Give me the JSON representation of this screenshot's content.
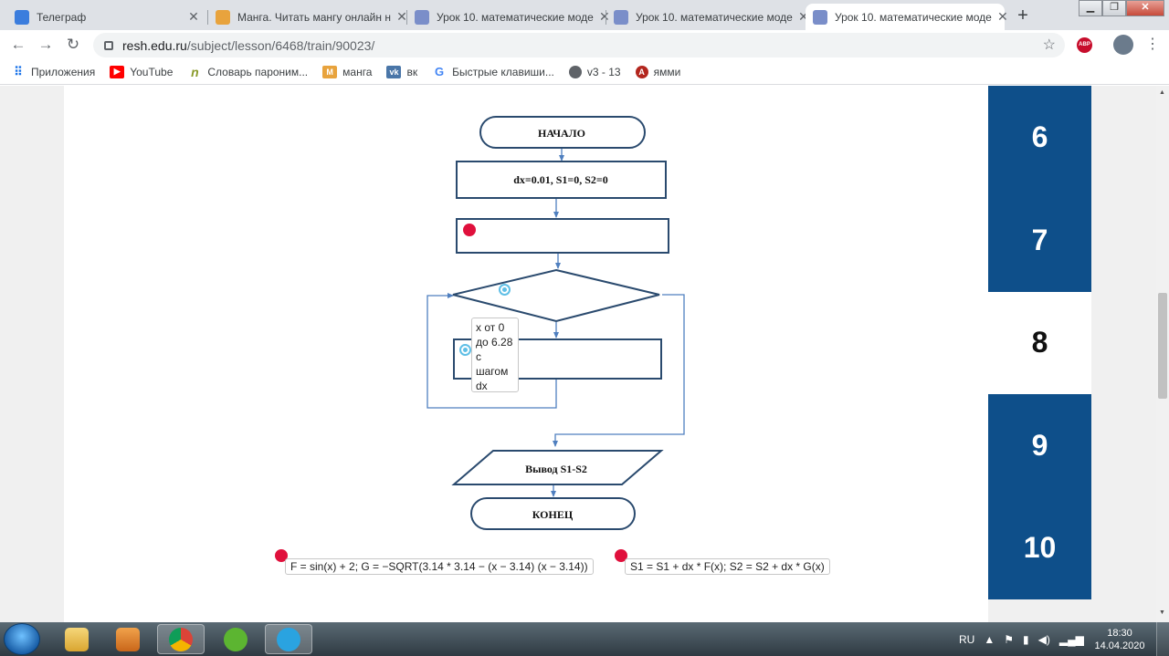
{
  "tabs": [
    {
      "title": "Телеграф",
      "active": false,
      "favicon_color": "#3b7ddd"
    },
    {
      "title": "Манга. Читать мангу онлайн н",
      "active": false,
      "favicon_color": "#e8a33d"
    },
    {
      "title": "Урок 10. математические моде",
      "active": false,
      "favicon_color": "#7a8ec9"
    },
    {
      "title": "Урок 10. математические моде",
      "active": false,
      "favicon_color": "#7a8ec9"
    },
    {
      "title": "Урок 10. математические моде",
      "active": true,
      "favicon_color": "#7a8ec9"
    }
  ],
  "address": {
    "host": "resh.edu.ru",
    "path": "/subject/lesson/6468/train/90023/"
  },
  "extensions": {
    "abp_label": "ABP"
  },
  "bookmarks": [
    {
      "label": "Приложения",
      "icon": "apps-grid-icon"
    },
    {
      "label": "YouTube",
      "icon": "youtube-icon"
    },
    {
      "label": "Словарь пароним...",
      "icon": "dictionary-icon"
    },
    {
      "label": "манга",
      "icon": "manga-icon"
    },
    {
      "label": "вк",
      "icon": "vk-icon"
    },
    {
      "label": "Быстрые клавиши...",
      "icon": "google-icon"
    },
    {
      "label": "v3 - 13",
      "icon": "globe-icon"
    },
    {
      "label": "ямми",
      "icon": "anime-icon"
    }
  ],
  "flowchart": {
    "start_label": "НАЧАЛО",
    "init_label": "dx=0.01, S1=0, S2=0",
    "output_label": "Вывод S1-S2",
    "end_label": "КОНЕЦ"
  },
  "tooltip_text": "x от 0 до 6.28 с шагом dx",
  "answer_chips": [
    "F = sin(x) + 2; G = −SQRT(3.14 * 3.14 − (x − 3.14) (x − 3.14))",
    "S1 = S1 + dx * F(x); S2 = S2 + dx * G(x)"
  ],
  "question_numbers": [
    {
      "number": "6",
      "current": false
    },
    {
      "number": "7",
      "current": false
    },
    {
      "number": "8",
      "current": true
    },
    {
      "number": "9",
      "current": false
    },
    {
      "number": "10",
      "current": false
    }
  ],
  "taskbar": {
    "language": "RU",
    "time": "18:30",
    "date": "14.04.2020"
  },
  "colors": {
    "flow_stroke": "#2a4a6e",
    "arrow": "#4f7fbf",
    "panel_blue": "#0e4f8a",
    "red_marker": "#e0103c",
    "target_ring": "#5fbfe6"
  }
}
